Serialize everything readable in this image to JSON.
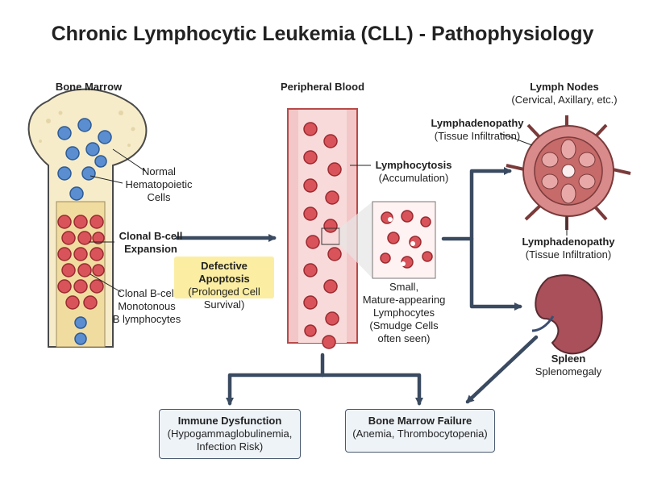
{
  "title": "Chronic Lymphocytic Leukemia (CLL) - Pathophysiology",
  "bone_marrow": {
    "heading": "Bone Marrow",
    "normal_label": [
      "Normal",
      "Hematopoietic",
      "Cells"
    ],
    "clonal_expansion": [
      "Clonal B-cell",
      "Expansion"
    ],
    "clonal_label": [
      "Clonal B-cell",
      "Monotonous",
      "B lymphocytes"
    ]
  },
  "apoptosis": {
    "title": "Defective Apoptosis",
    "subtitle": [
      "(Prolonged Cell",
      "Survival)"
    ]
  },
  "blood": {
    "heading": "Peripheral Blood",
    "lymphocytosis": "Lymphocytosis",
    "accumulation": "(Accumulation)",
    "smudge_label": [
      "Small,",
      "Mature-appearing",
      "Lymphocytes",
      "(Smudge Cells",
      "often seen)"
    ]
  },
  "lymph_nodes": {
    "heading": "Lymph Nodes",
    "sub": "(Cervical, Axillary, etc.)",
    "label_top_bold": "Lymphadenopathy",
    "label_top_sub": "(Tissue Infiltration)",
    "label_bottom_bold": "Lymphadenopathy",
    "label_bottom_sub": "(Tissue Infiltration)"
  },
  "spleen": {
    "heading": "Spleen",
    "sub": "Splenomegaly"
  },
  "immune": {
    "title": "Immune Dysfunction",
    "lines": [
      "(Hypogammaglobulinemia,",
      "Infection Risk)"
    ]
  },
  "marrow_failure": {
    "title": "Bone Marrow Failure",
    "lines": [
      "(Anemia, Thrombocytopenia)"
    ]
  },
  "colors": {
    "arrow": "#3a4a60",
    "rbc": "#d9545a",
    "normal_cell": "#5b8ed0",
    "marrow_bg": "#f8ecc6",
    "vessel": "#f3c7c7"
  }
}
